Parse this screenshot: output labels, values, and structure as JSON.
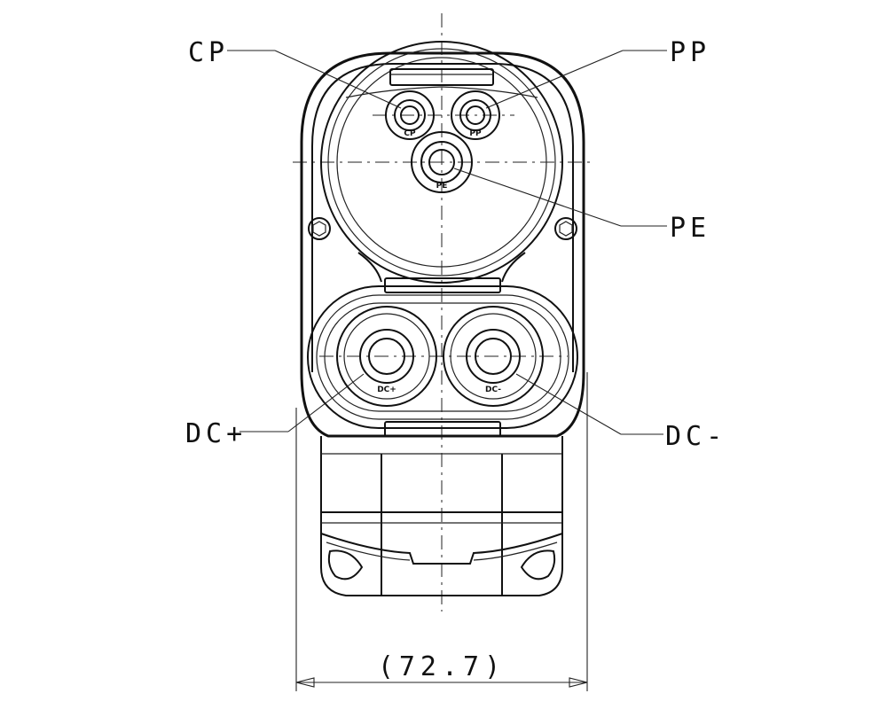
{
  "labels": {
    "cp": "CP",
    "pp": "PP",
    "pe": "PE",
    "dc_plus": "DC+",
    "dc_minus": "DC-"
  },
  "pin_marks": {
    "cp": "CP",
    "pp": "PP",
    "pe": "PE",
    "dc_plus": "DC+",
    "dc_minus": "DC-"
  },
  "dimension": {
    "width": "(72.7)"
  }
}
